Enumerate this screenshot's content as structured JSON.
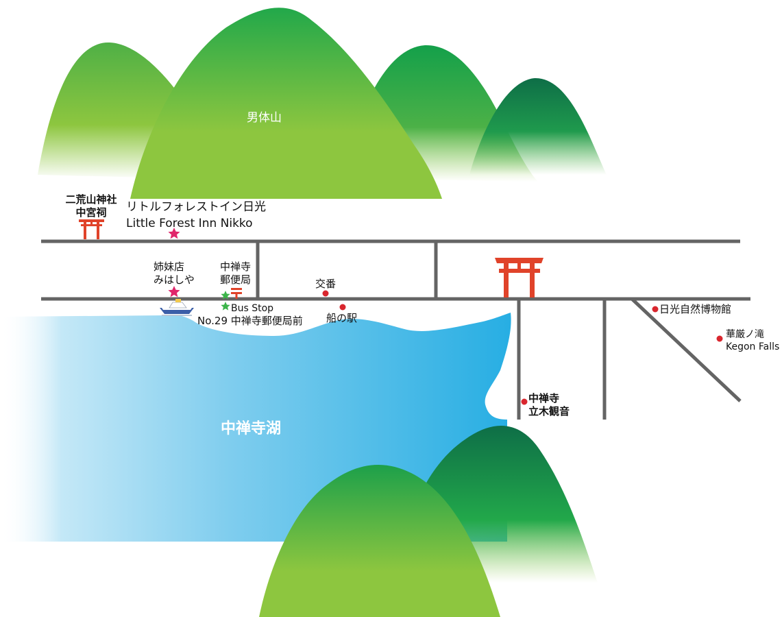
{
  "colors": {
    "mountain_light": "#8dc63f",
    "mountain_mid": "#22a84a",
    "mountain_dark": "#0e6e47",
    "lake_dark": "#27aee3",
    "lake_light": "#bfe6f7",
    "road": "#646464",
    "torii": "#e0432a",
    "dot": "#d9262e",
    "star_pink": "#e0266b",
    "star_green": "#3cb44a",
    "post_symbol": "#e0432a"
  },
  "labels": {
    "mountain": "男体山",
    "lake": "中禅寺湖",
    "shrine_line1": "二荒山神社",
    "shrine_line2": "中宮祠",
    "inn_jp": "リトルフォレストイン日光",
    "inn_en": "Little Forest Inn Nikko",
    "sister_line1": "姉妹店",
    "sister_line2": "みはしや",
    "post_line1": "中禅寺",
    "post_line2": "郵便局",
    "police": "交番",
    "bus_stop": "Bus Stop",
    "bus_stop_name": "No.29 中禅寺郵便局前",
    "boat_station": "船の駅",
    "museum": "日光自然博物館",
    "falls_jp": "華厳ノ滝",
    "falls_en": "Kegon Falls",
    "temple_line1": "中禅寺",
    "temple_line2": "立木観音"
  },
  "icons": {
    "torii_small": "torii-gate-icon",
    "torii_large": "torii-gate-icon",
    "star": "star-icon",
    "post_office": "post-office-icon",
    "boat": "boat-icon",
    "dot": "location-dot-icon"
  }
}
